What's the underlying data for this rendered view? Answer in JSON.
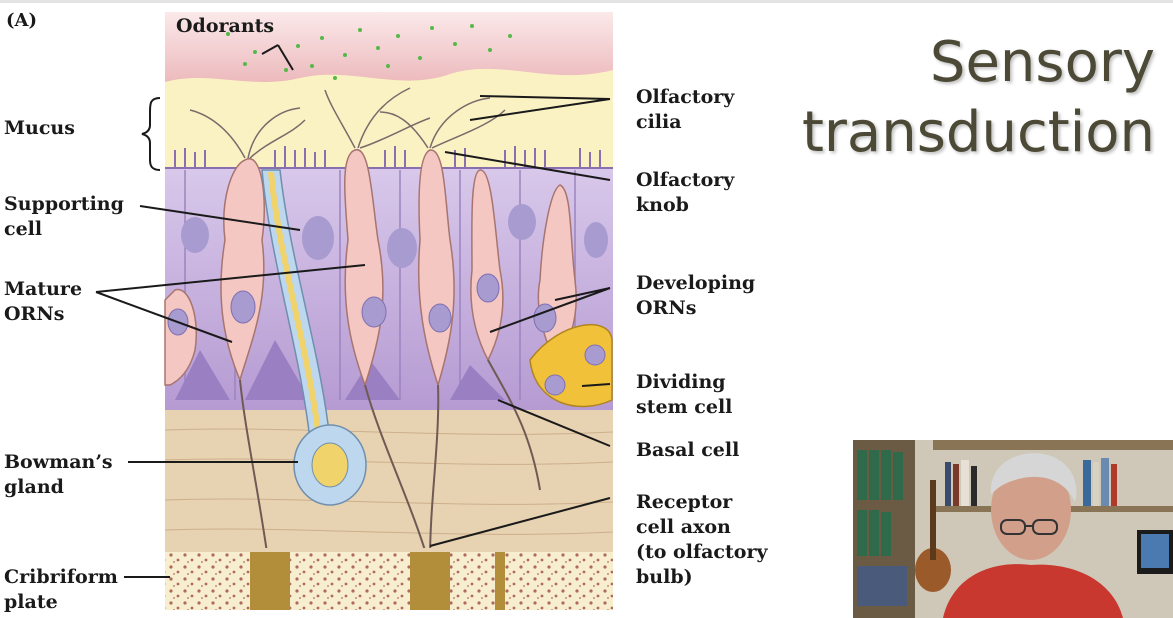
{
  "panel_letter": "(A)",
  "title": {
    "line1": "Sensory",
    "line2": "transduction"
  },
  "labels": {
    "odorants": "Odorants",
    "mucus": "Mucus",
    "supporting_cell": "Supporting\ncell",
    "mature_orns": "Mature\nORNs",
    "bowmans_gland": "Bowman’s\ngland",
    "cribriform_plate": "Cribriform\nplate",
    "olfactory_cilia": "Olfactory\ncilia",
    "olfactory_knob": "Olfactory\nknob",
    "developing_orns": "Developing\nORNs",
    "dividing_stem_cell": "Dividing\nstem cell",
    "basal_cell": "Basal cell",
    "receptor_axon": "Receptor\ncell axon\n(to olfactory\nbulb)"
  },
  "colors": {
    "title": "#4c4a36",
    "mucus_top": "#f3c9c9",
    "mucus": "#fbf2c4",
    "epithelium": "#c7b3dd",
    "orn": "#f4c7c3",
    "nucleus": "#a79bd0",
    "lamina": "#e7d2b2",
    "gland": "#bcd7ee",
    "stem_cell": "#f1c13a",
    "odorant_dot": "#55b848"
  }
}
